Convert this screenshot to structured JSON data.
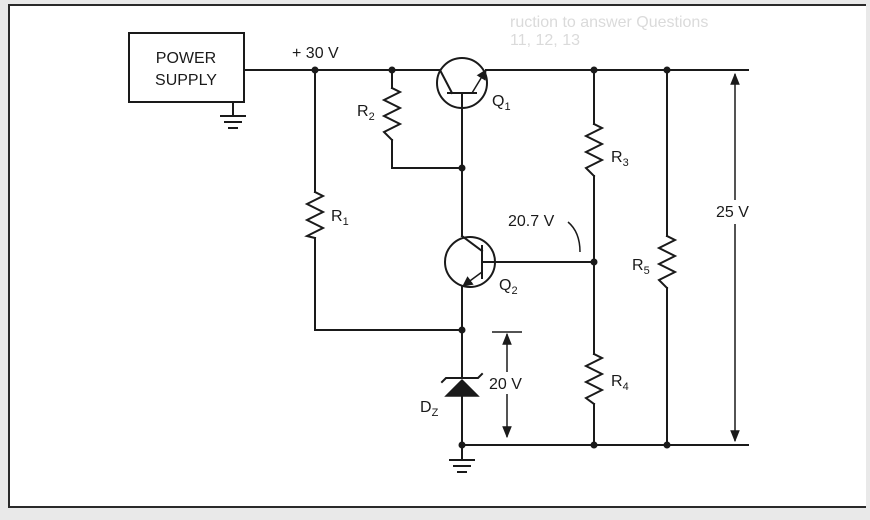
{
  "power_supply": {
    "line1": "POWER",
    "line2": "SUPPLY"
  },
  "rail_label": "+ 30 V",
  "transistors": [
    {
      "name": "Q",
      "sub": "1"
    },
    {
      "name": "Q",
      "sub": "2"
    }
  ],
  "resistors": [
    {
      "name": "R",
      "sub": "1"
    },
    {
      "name": "R",
      "sub": "2"
    },
    {
      "name": "R",
      "sub": "3"
    },
    {
      "name": "R",
      "sub": "4"
    },
    {
      "name": "R",
      "sub": "5"
    }
  ],
  "zener": {
    "name": "D",
    "sub": "Z",
    "voltage": "20 V"
  },
  "base_voltage": "20.7 V",
  "output_voltage": "25 V",
  "bleed_through": {
    "line1": "ruction to answer Questions",
    "line2": "11, 12, 13"
  }
}
